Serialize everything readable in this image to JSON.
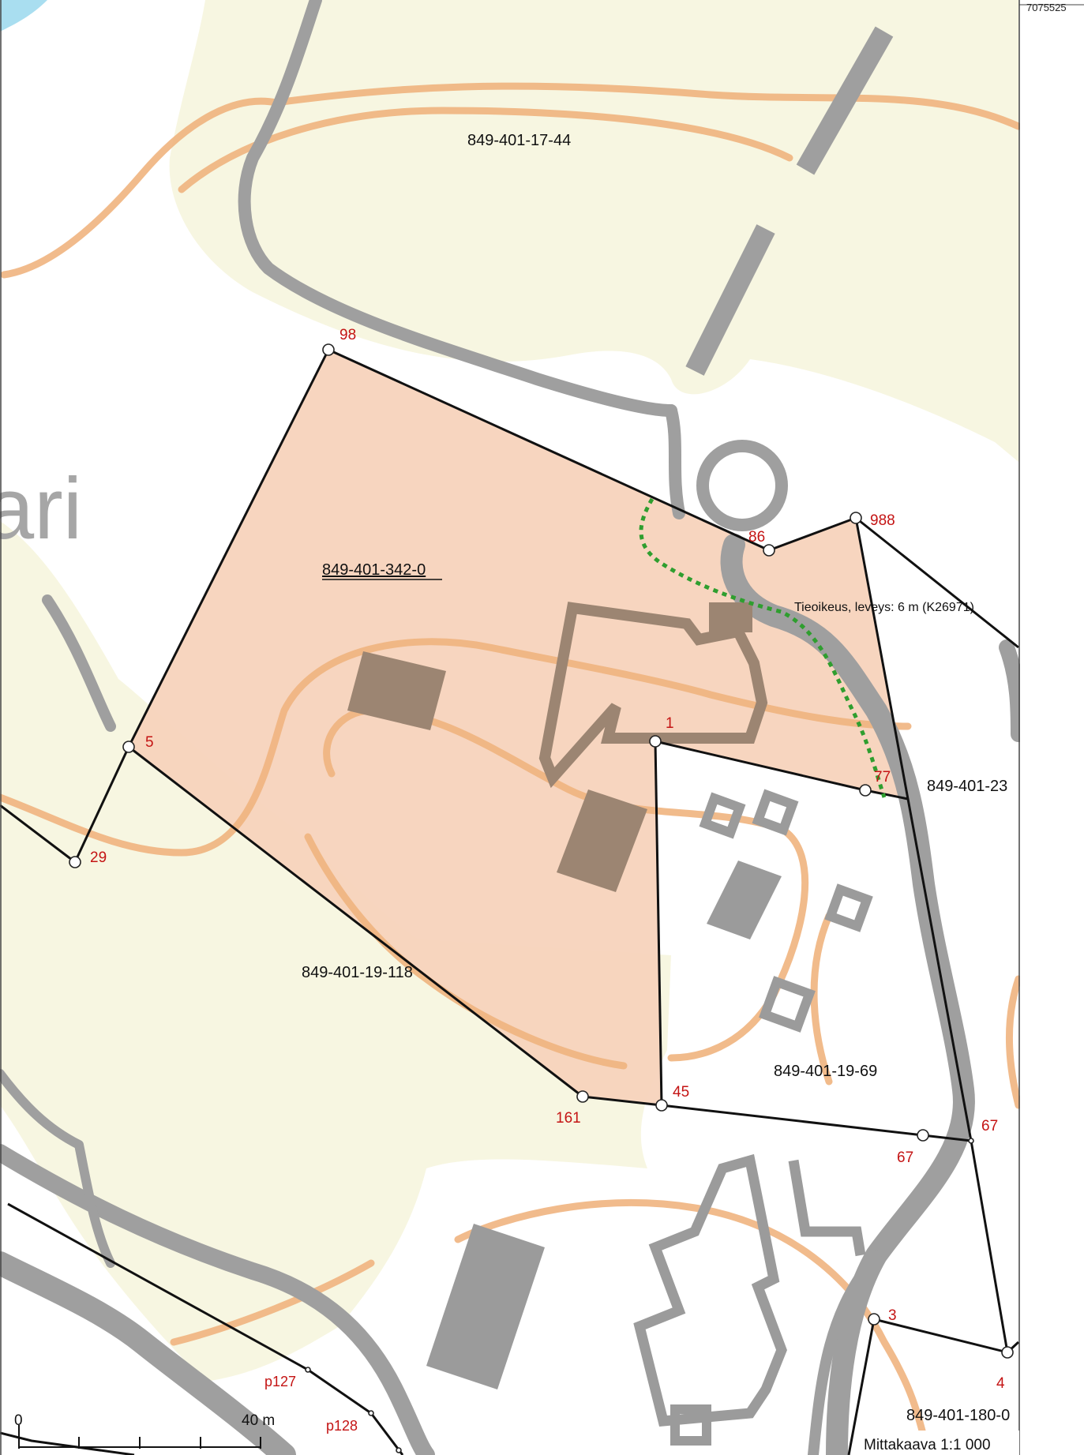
{
  "map": {
    "place_name": "ari",
    "road_right_note": "Tieoikeus, leveys: 6 m (K26971)",
    "scale_text": "Mittakaava 1:1 000",
    "scale_bar": {
      "start_label": "0",
      "end_label": "40 m"
    },
    "coordinates": {
      "top_right": "7075525"
    },
    "colors": {
      "field": "#f7f6e1",
      "highlight_parcel": "#f7d3bc",
      "contour": "#f0b47f",
      "road": "#9f9f9f",
      "building": "#9b9b9b",
      "water": "#a9def0",
      "boundary": "#111111",
      "point_label": "#c41414",
      "road_right_line": "#2f9e2f"
    }
  },
  "parcels": {
    "p1744": "849-401-17-44",
    "p3420": "849-401-342-0",
    "p23": "849-401-23",
    "p19118": "849-401-19-118",
    "p1969": "849-401-19-69",
    "p180": "849-401-180-0"
  },
  "points": {
    "pt98": "98",
    "pt86": "86",
    "pt988": "988",
    "pt5": "5",
    "pt29": "29",
    "pt1": "1",
    "pt77": "77",
    "pt161": "161",
    "pt45": "45",
    "pt67a": "67",
    "pt67b": "67",
    "pt3": "3",
    "pt4": "4",
    "p127": "p127",
    "p128": "p128"
  }
}
